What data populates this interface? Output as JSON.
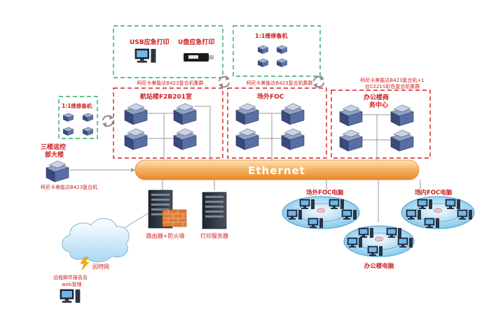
{
  "ethernet": {
    "label": "Ethernet"
  },
  "print_zone": {
    "usb_label": "USB应急打印",
    "udisk_label": "U盘应急打印",
    "cluster_label": "柯尼卡美能达B423复合机集群"
  },
  "standby_top": {
    "label": "1:1维修备机"
  },
  "standby_left": {
    "label": "1:1维修备机"
  },
  "groups": [
    {
      "label": "航站楼F2B201室"
    },
    {
      "label": "场外FOC",
      "caption": "柯尼卡美能达B423复合机集群"
    },
    {
      "label_line1": "办公楼商",
      "label_line2": "务中心",
      "caption_line1": "柯尼卡美能达B423复合机+1",
      "caption_line2": "台C221S彩色复合机集群"
    }
  ],
  "left_device": {
    "title_line1": "三楼运控",
    "title_line2": "部大楼",
    "caption": "柯尼卡美能达B423复合机"
  },
  "servers": {
    "router_label": "路由器+防火墙",
    "print_server_label": "打印服务器"
  },
  "internet": {
    "label": "因特网",
    "remote_line1": "远程邮件报告及",
    "remote_line2": "web管理"
  },
  "pc_groups": {
    "offsite_foc": "场外FOC电脑",
    "onsite_foc": "场内FOC电脑",
    "office": "办公楼电脑"
  },
  "colors": {
    "accent_red": "#d42020",
    "green": "#2aa86a",
    "ethernet_orange": "#f19a3e",
    "cloud_blue": "#bfe3f7"
  }
}
